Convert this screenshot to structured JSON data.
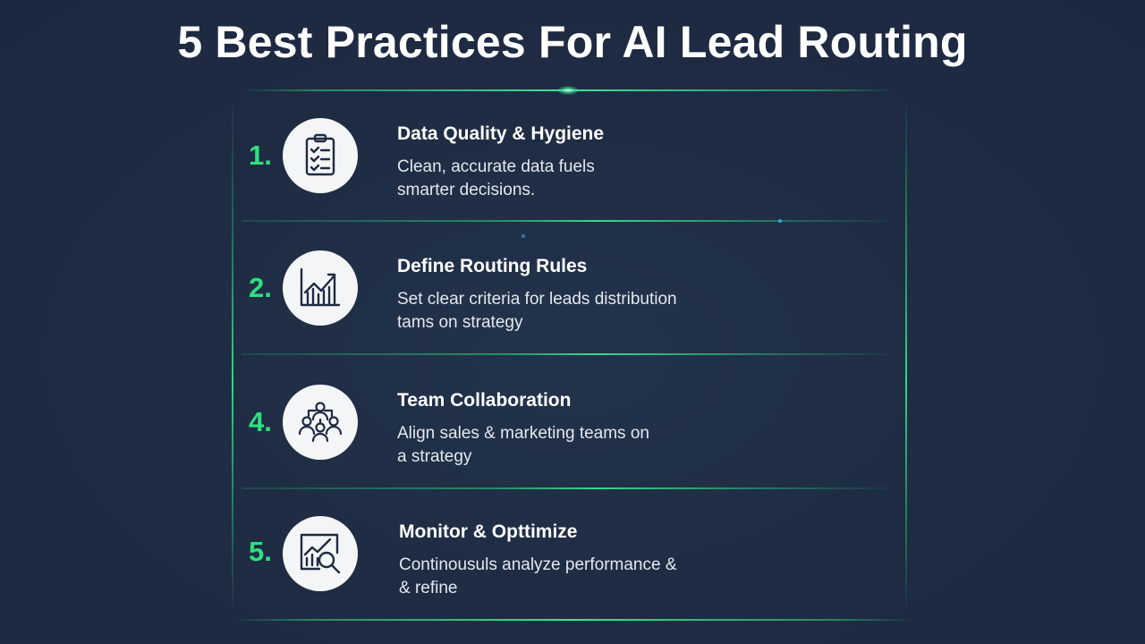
{
  "title": "5 Best Practices For AI Lead Routing",
  "colors": {
    "background": "#1e2b42",
    "accent": "#2ee07f",
    "text": "#ffffff",
    "icon_circle": "#f4f5f6",
    "icon_stroke": "#1e2b42"
  },
  "items": [
    {
      "number": "1.",
      "icon": "clipboard-checklist-icon",
      "heading": "Data Quality & Hygiene",
      "line1": "Clean, accurate data fuels",
      "line2": "smarter decisions."
    },
    {
      "number": "2.",
      "icon": "bar-chart-trend-up-icon",
      "heading": "Define Routing Rules",
      "line1": "Set clear criteria for leads distribution",
      "line2": "tams on strategy"
    },
    {
      "number": "4.",
      "icon": "team-network-icon",
      "heading": "Team Collaboration",
      "line1": "Align sales & marketing teams on",
      "line2": "a strategy"
    },
    {
      "number": "5.",
      "icon": "chart-magnifier-icon",
      "heading": "Monitor & Opttimize",
      "line1": "Continousuls analyze performance &",
      "line2": "& refine"
    }
  ]
}
